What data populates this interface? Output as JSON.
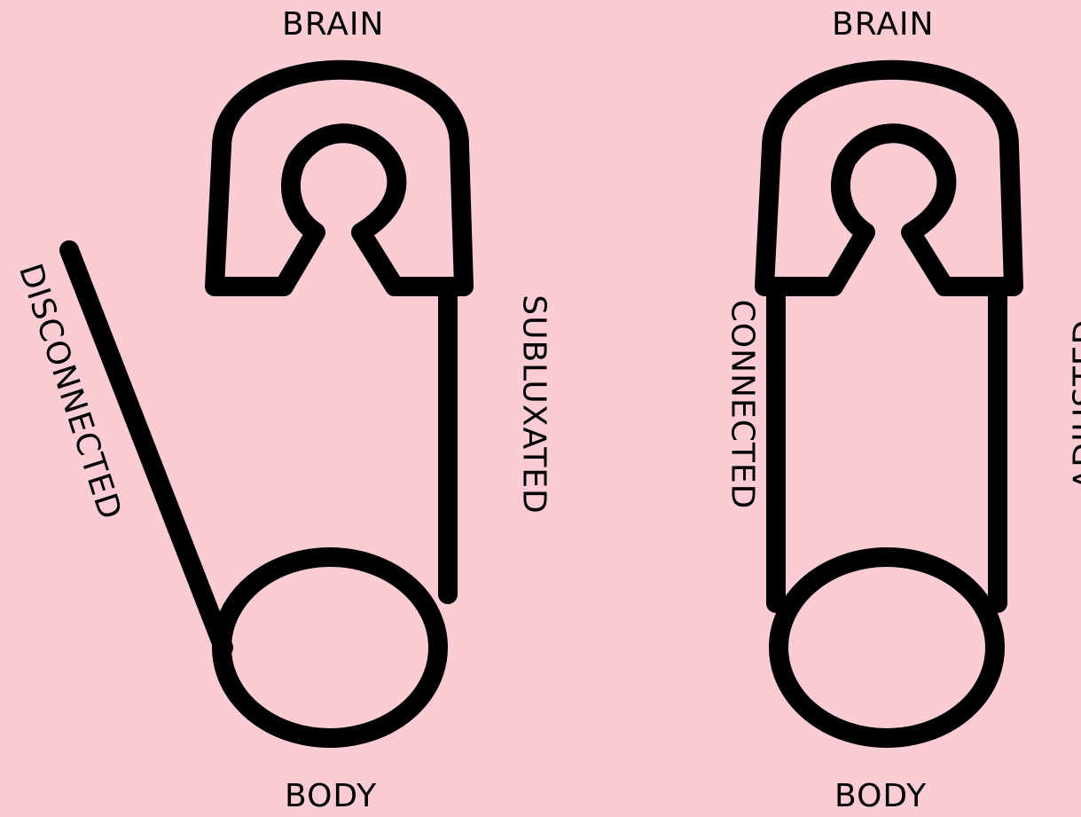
{
  "colors": {
    "background": "#f9cdd3",
    "ink": "#000000"
  },
  "left_pin": {
    "top_label": "BRAIN",
    "bottom_label": "BODY",
    "open_arm_label": "DISCONNECTED",
    "closed_side_label": "SUBLUXATED",
    "state": "open"
  },
  "right_pin": {
    "top_label": "BRAIN",
    "bottom_label": "BODY",
    "left_side_label": "CONNECTED",
    "right_side_label": "ADJUSTED",
    "state": "closed"
  }
}
